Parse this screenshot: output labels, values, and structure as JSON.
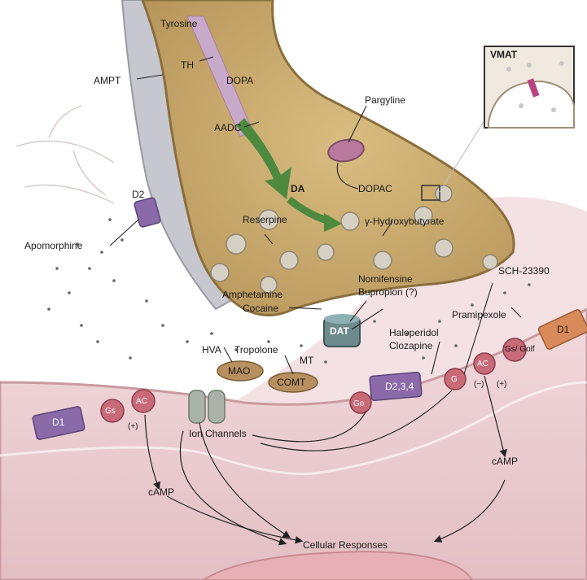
{
  "labels": {
    "tyrosine": "Tyrosine",
    "th": "TH",
    "ampt": "AMPT",
    "dopa": "DOPA",
    "aadc": "AADC",
    "da": "DA",
    "pargyline": "Pargyline",
    "vmat": "VMAT",
    "dopac": "DOPAC",
    "d2_pre": "D2",
    "apomorphine": "Apomorphine",
    "reserpine": "Reserpine",
    "gamma_hydroxybutyrate": "γ-Hydroxybutyrate",
    "sch": "SCH-23390",
    "amphetamine": "Amphetamine",
    "cocaine": "Cocaine",
    "nomifensine": "Nomifensine",
    "bupropion": "Bupropion (?)",
    "dat": "DAT",
    "pramipexole": "Pramipexole",
    "haloperidol": "Haloperidol",
    "clozapine": "Clozapine",
    "hva": "HVA",
    "tropolone": "Tropolone",
    "mao": "MAO",
    "comt": "COMT",
    "mt": "MT",
    "d1_right": "D1",
    "gs_golf": "Gs/ Golf",
    "ac_right": "AC",
    "g_right": "G",
    "d234": "D2,3,4",
    "go": "Go",
    "minus": "(−)",
    "plus_right": "(+)",
    "d1_left": "D1",
    "gs_left": "Gs",
    "ac_left": "AC",
    "plus_left": "(+)",
    "ion_channels": "Ion Channels",
    "camp_right": "cAMP",
    "camp_left": "cAMP",
    "cellular_responses": "Cellular Responses"
  },
  "colors": {
    "terminal": "#c8a869",
    "terminal_edge": "#8a6f3c",
    "glia": "#b9b9c4",
    "postsynaptic": "#e9cdd0",
    "post_edge": "#c99aa1",
    "receptor": "#8a6aa8",
    "gprotein": "#c86a78",
    "enzyme": "#b89060",
    "green_arrow": "#4d8a3f",
    "receptor_d1_right": "#d98a5a"
  }
}
